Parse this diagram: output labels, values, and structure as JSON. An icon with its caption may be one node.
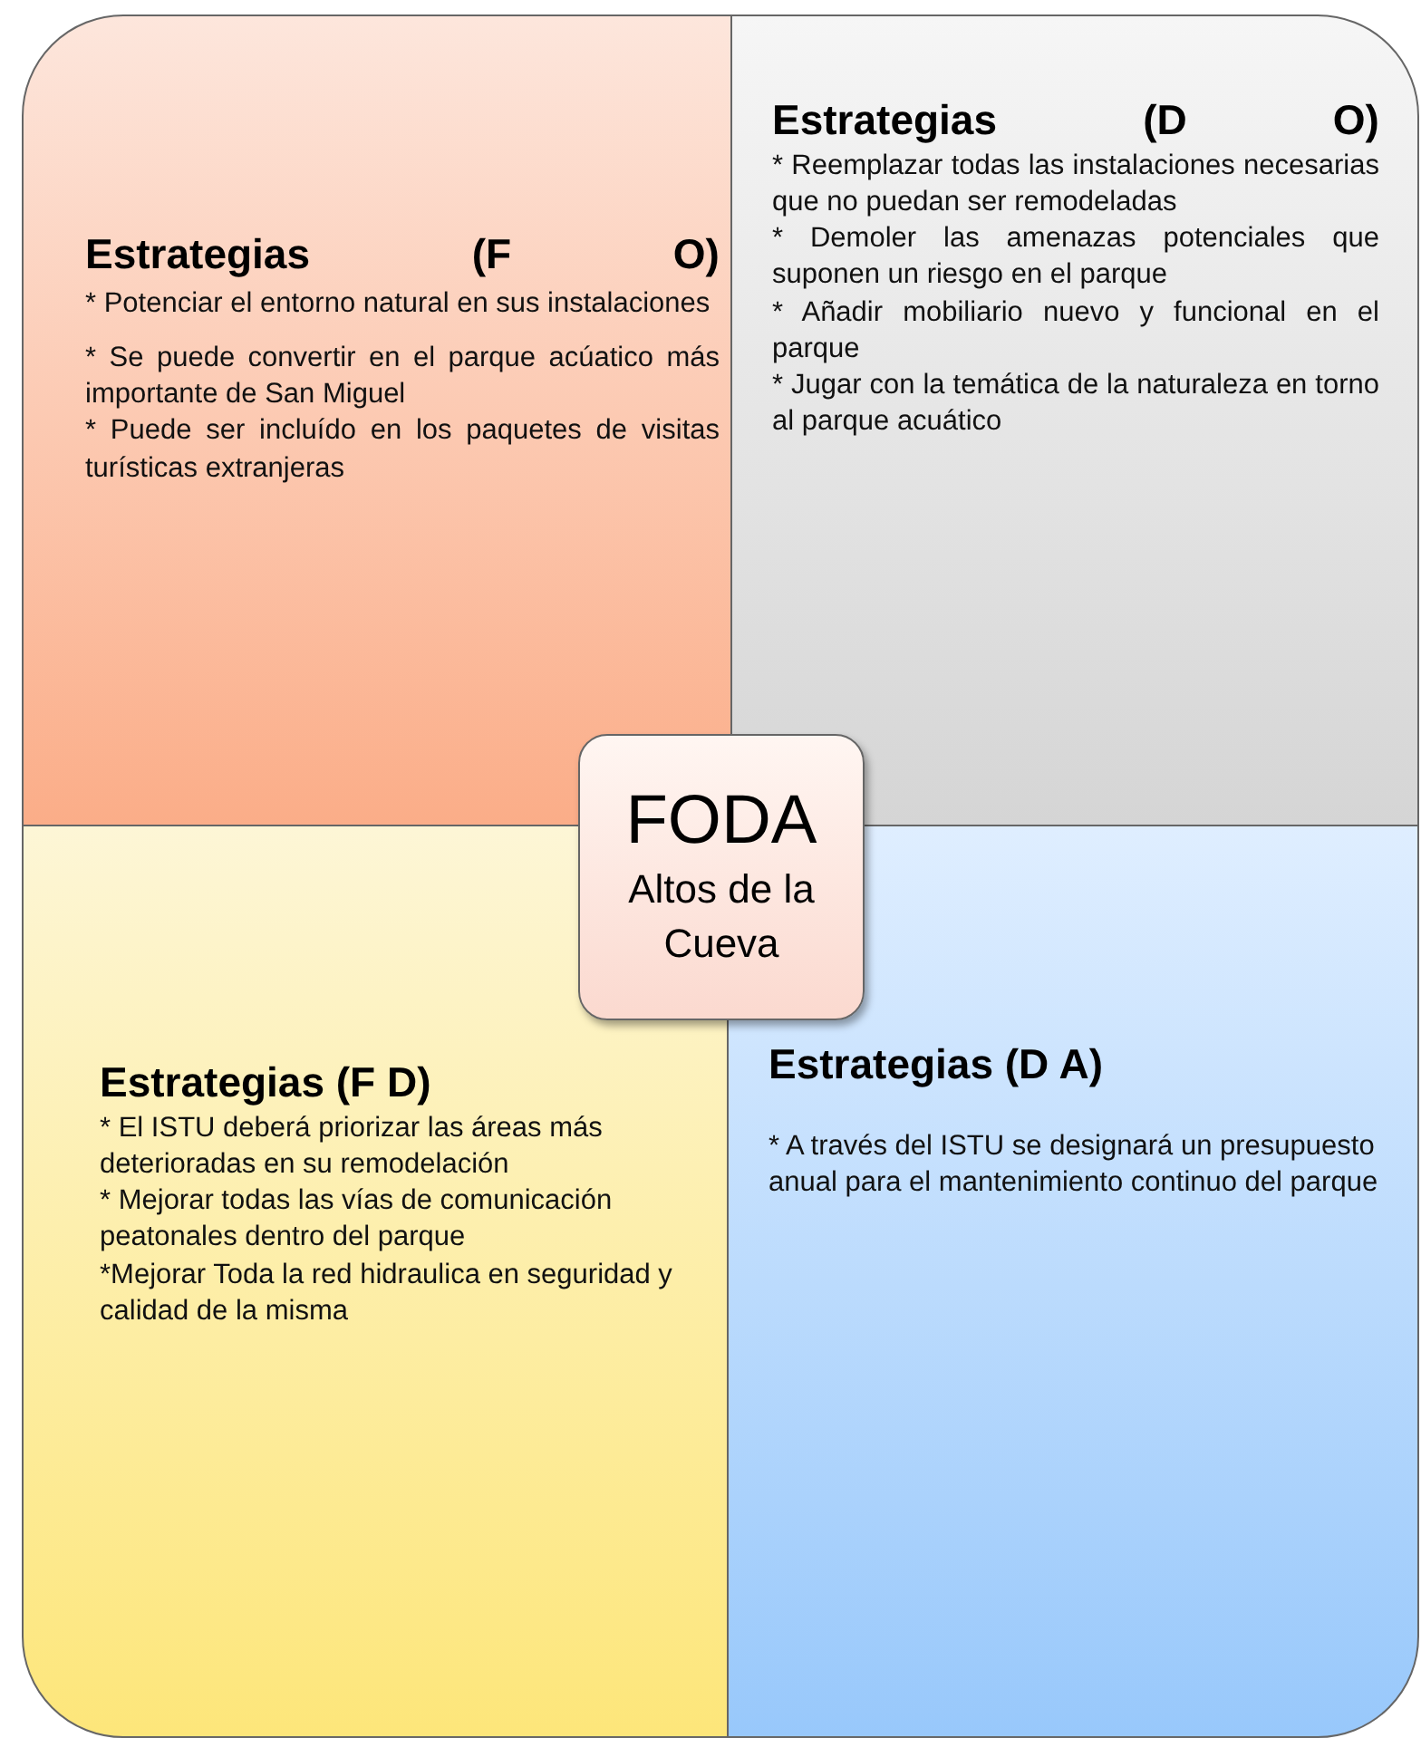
{
  "diagram": {
    "nodes": [
      {
        "text": [
          "Estrategias (F O)",
          "* Potenciar el entorno natural en sus instalaciones",
          "* Se puede convertir en el parque acúatico más importante de San Miguel",
          "* Puede ser incluído en los paquetes de visitas turísticas extranjeras"
        ]
      },
      {
        "text": [
          "Estrategias (D O)",
          "* Reemplazar todas las instalaciones necesarias que no puedan ser remodeladas",
          "* Demoler las amenazas potenciales que suponen un riesgo en el parque",
          "* Añadir mobiliario nuevo y funcional en el parque",
          "* Jugar con la temática de la naturaleza en torno al parque acuático"
        ]
      },
      {
        "text": [
          "Estrategias (F D)",
          "* El ISTU deberá priorizar las áreas más deterioradas en su remodelación",
          "* Mejorar todas las vías de comunicación peatonales dentro del parque",
          "*Mejorar Toda la red hidraulica en seguridad y calidad de la misma"
        ]
      },
      {
        "text": [
          "Estrategias (D A)",
          "* A través del ISTU se designará un presupuesto anual para el mantenimiento  continuo del parque"
        ]
      },
      {
        "text": [
          "FODA",
          "Altos de la Cueva"
        ]
      }
    ]
  }
}
